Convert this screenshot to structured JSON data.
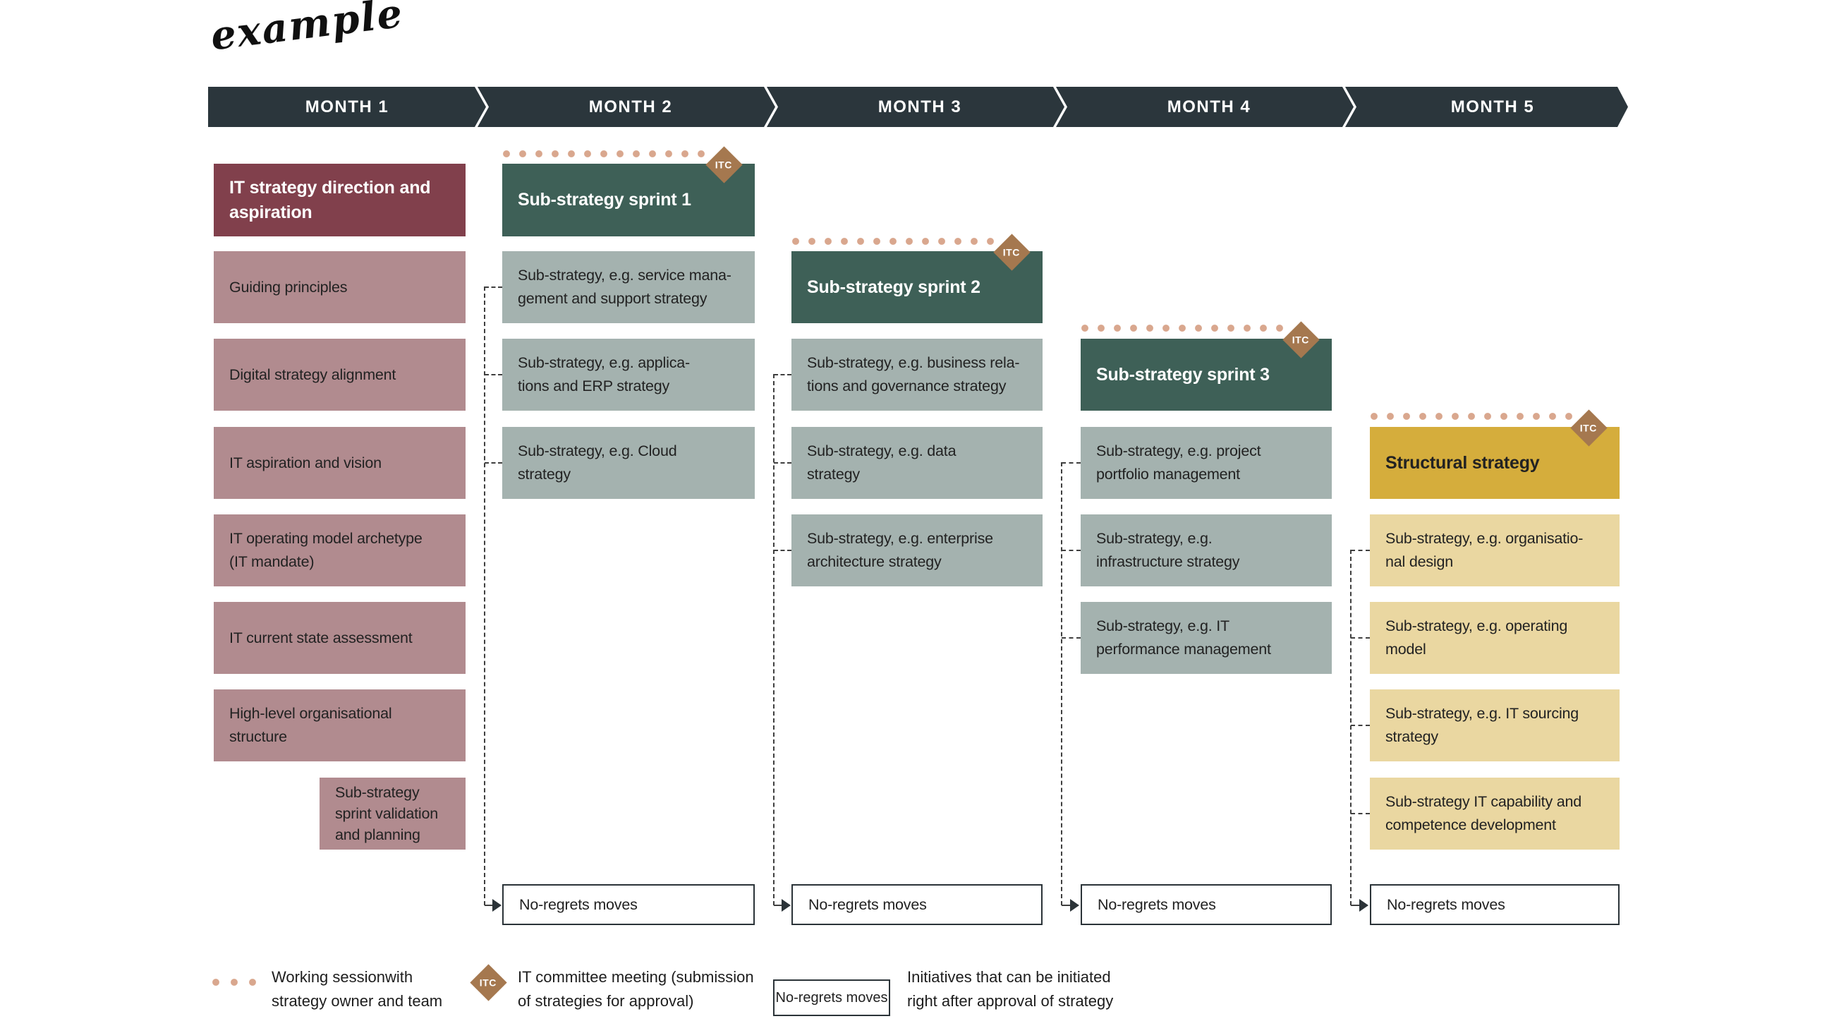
{
  "annotation": "example",
  "months": [
    "MONTH 1",
    "MONTH 2",
    "MONTH 3",
    "MONTH 4",
    "MONTH 5"
  ],
  "itc_label": "ITC",
  "no_regrets_label": "No-regrets moves",
  "columns": [
    {
      "header": "IT strategy direction and\naspiration",
      "boxes": [
        "Guiding principles",
        "Digital strategy alignment",
        "IT aspiration and vision",
        "IT operating model archetype\n(IT mandate)",
        "IT current state assessment",
        "High-level organisational\nstructure"
      ],
      "indented_box": "Sub-strategy\nsprint validation\nand planning"
    },
    {
      "header": "Sub-strategy sprint 1",
      "boxes": [
        "Sub-strategy, e.g. service mana-\ngement and support strategy",
        "Sub-strategy, e.g. applica-\ntions and ERP strategy",
        "Sub-strategy, e.g. Cloud\nstrategy"
      ]
    },
    {
      "header": "Sub-strategy sprint 2",
      "boxes": [
        "Sub-strategy, e.g. business rela-\ntions and governance strategy",
        "Sub-strategy, e.g. data\nstrategy",
        "Sub-strategy, e.g. enterprise\narchitecture strategy"
      ]
    },
    {
      "header": "Sub-strategy sprint 3",
      "boxes": [
        "Sub-strategy, e.g. project\nportfolio management",
        "Sub-strategy, e.g.\ninfrastructure strategy",
        "Sub-strategy, e.g. IT\nperformance management"
      ]
    },
    {
      "header": "Structural strategy",
      "boxes": [
        "Sub-strategy, e.g. organisatio-\nnal design",
        "Sub-strategy, e.g. operating\nmodel",
        "Sub-strategy, e.g. IT sourcing\nstrategy",
        "Sub-strategy IT capability and\ncompetence development"
      ]
    }
  ],
  "legend": {
    "working_session": "Working sessionwith\nstrategy owner and team",
    "itc_meeting": "IT committee meeting (submission\nof strategies for approval)",
    "sample_box": "No-regrets moves",
    "initiatives": "Initiatives that can be initiated\nright after approval of strategy"
  },
  "colors": {
    "timeline_bar": "#2b363c",
    "maroon_header": "#81404c",
    "pink_box": "#b18b8f",
    "teal_header": "#3e6057",
    "sage_box": "#a4b2af",
    "gold_header": "#d5ad3c",
    "light_gold_box": "#ead7a1",
    "dotted_line": "#d9a78e",
    "itc_diamond": "#a5784f",
    "text_dark": "#222222",
    "text_light": "#ffffff"
  }
}
